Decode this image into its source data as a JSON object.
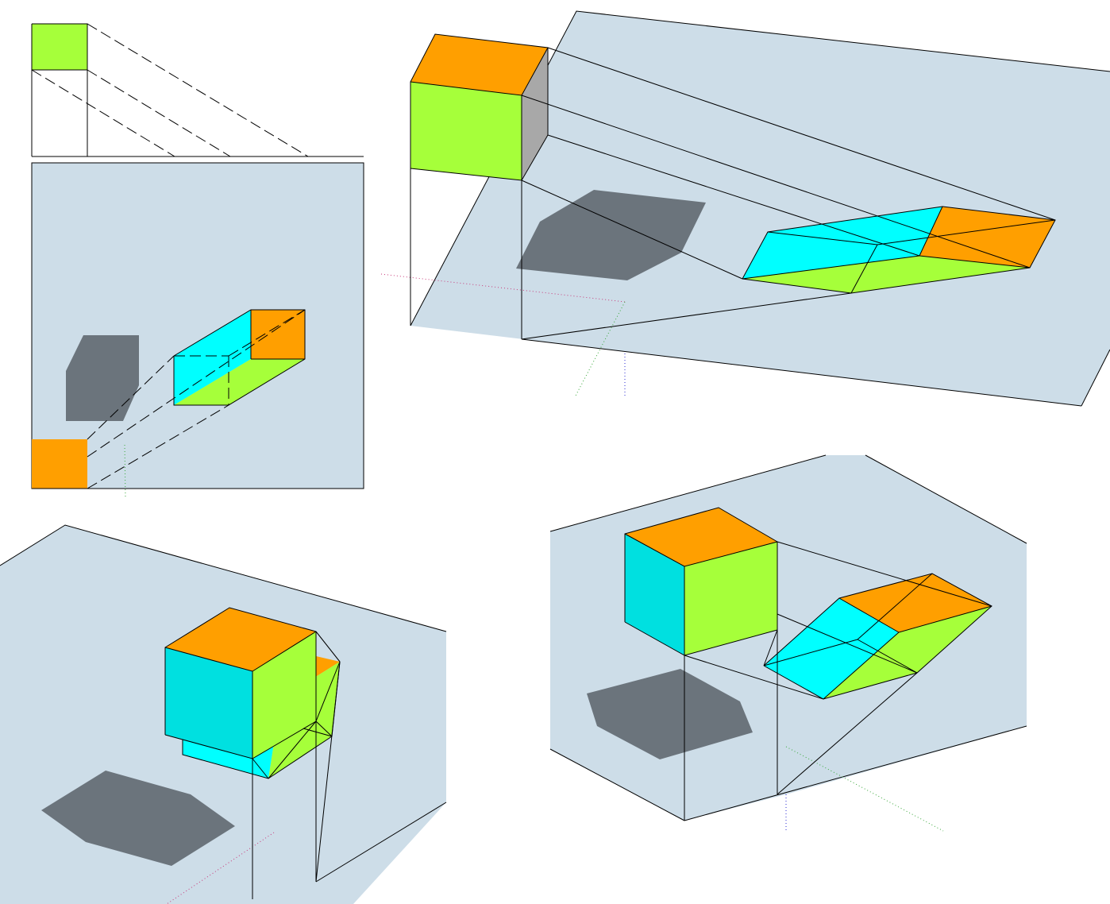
{
  "colors": {
    "plane": "#cddde8",
    "shadow": "#6b747c",
    "top_face": "#ff9f00",
    "front_face": "#a6ff3a",
    "side_face_cyan": "#00ffff",
    "side_face_cyan_dark": "#00e0e0",
    "side_face_gray": "#a8a8a8",
    "outline": "#000000",
    "axis_red": "#c83a7a",
    "axis_green": "#3aa83a",
    "axis_blue": "#2a2ad0"
  },
  "icons": [
    "cube-solid",
    "projection-shadow",
    "distorted-shadow-box"
  ]
}
